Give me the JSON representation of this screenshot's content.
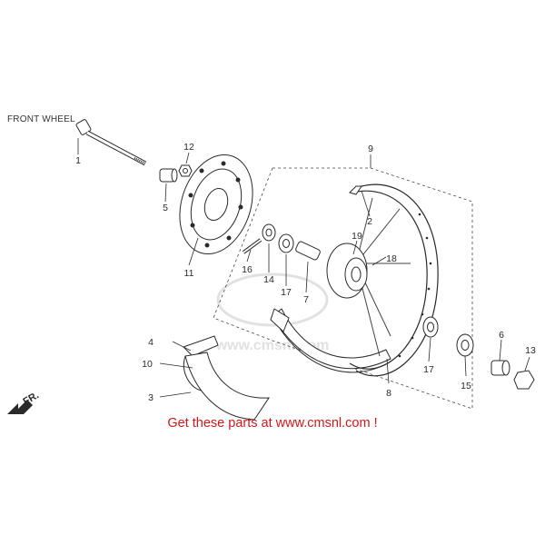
{
  "diagram": {
    "title": "FRONT WHEEL",
    "direction_label": "FR.",
    "promo_text": "Get these parts at www.cmsnl.com !",
    "watermark_text": "www.cmsnl.com",
    "colors": {
      "line": "#2a2a2a",
      "promo": "#d01818",
      "watermark": "#c9c9c9"
    },
    "callouts": [
      {
        "id": "axle",
        "label": "1"
      },
      {
        "id": "flange-collar",
        "label": "2"
      },
      {
        "id": "rim-tape",
        "label": "3"
      },
      {
        "id": "fender-bolt",
        "label": "4"
      },
      {
        "id": "side-collar",
        "label": "5"
      },
      {
        "id": "axle-nut",
        "label": "6"
      },
      {
        "id": "distance-collar",
        "label": "7"
      },
      {
        "id": "tire",
        "label": "8"
      },
      {
        "id": "wheel-assembly",
        "label": "9"
      },
      {
        "id": "fender-a",
        "label": "10"
      },
      {
        "id": "brake-disc",
        "label": "11"
      },
      {
        "id": "disc-bolt-nut",
        "label": "12"
      },
      {
        "id": "axle-cap-nut",
        "label": "13"
      },
      {
        "id": "dust-seal",
        "label": "14"
      },
      {
        "id": "bearing-right",
        "label": "15"
      },
      {
        "id": "air-valve",
        "label": "16"
      },
      {
        "id": "bearing",
        "label": "17"
      },
      {
        "id": "spoke",
        "label": "18"
      },
      {
        "id": "hub",
        "label": "19"
      }
    ]
  }
}
